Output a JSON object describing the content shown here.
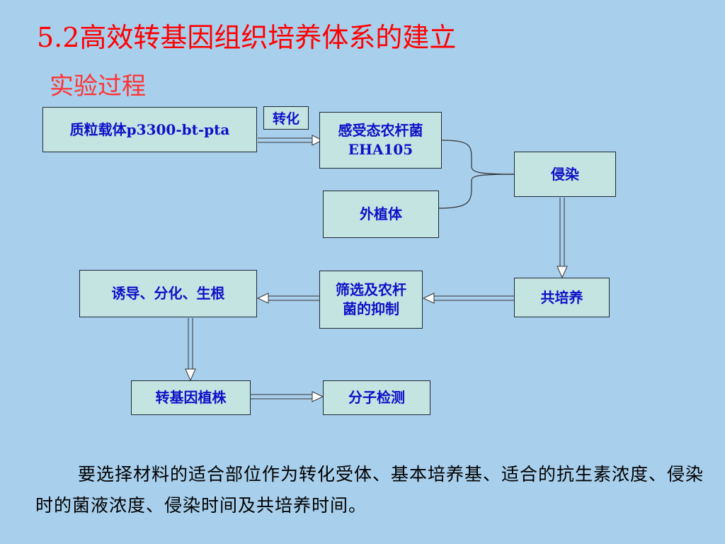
{
  "slide": {
    "title": "5.2高效转基因组织培养体系的建立",
    "subtitle": "实验过程",
    "paragraph": "要选择材料的适合部位作为转化受体、基本培养基、适合的抗生素浓度、侵染时的菌液浓度、侵染时间及共培养时间。"
  },
  "diagram": {
    "nodes": {
      "plasmid": "质粒载体p3300-bt-pta",
      "transform_tag": "转化",
      "agro": "感受态农杆菌\nEHA105",
      "explant": "外植体",
      "infect": "侵染",
      "cocult": "共培养",
      "select": "筛选及农杆\n菌的抑制",
      "induce": "诱导、分化、生根",
      "transgenic": "转基因植株",
      "detect": "分子检测"
    },
    "colors": {
      "background": "#a8cfec",
      "box_fill": "#c4e4e2",
      "box_text": "#1010c8",
      "title": "#ff0000"
    }
  }
}
